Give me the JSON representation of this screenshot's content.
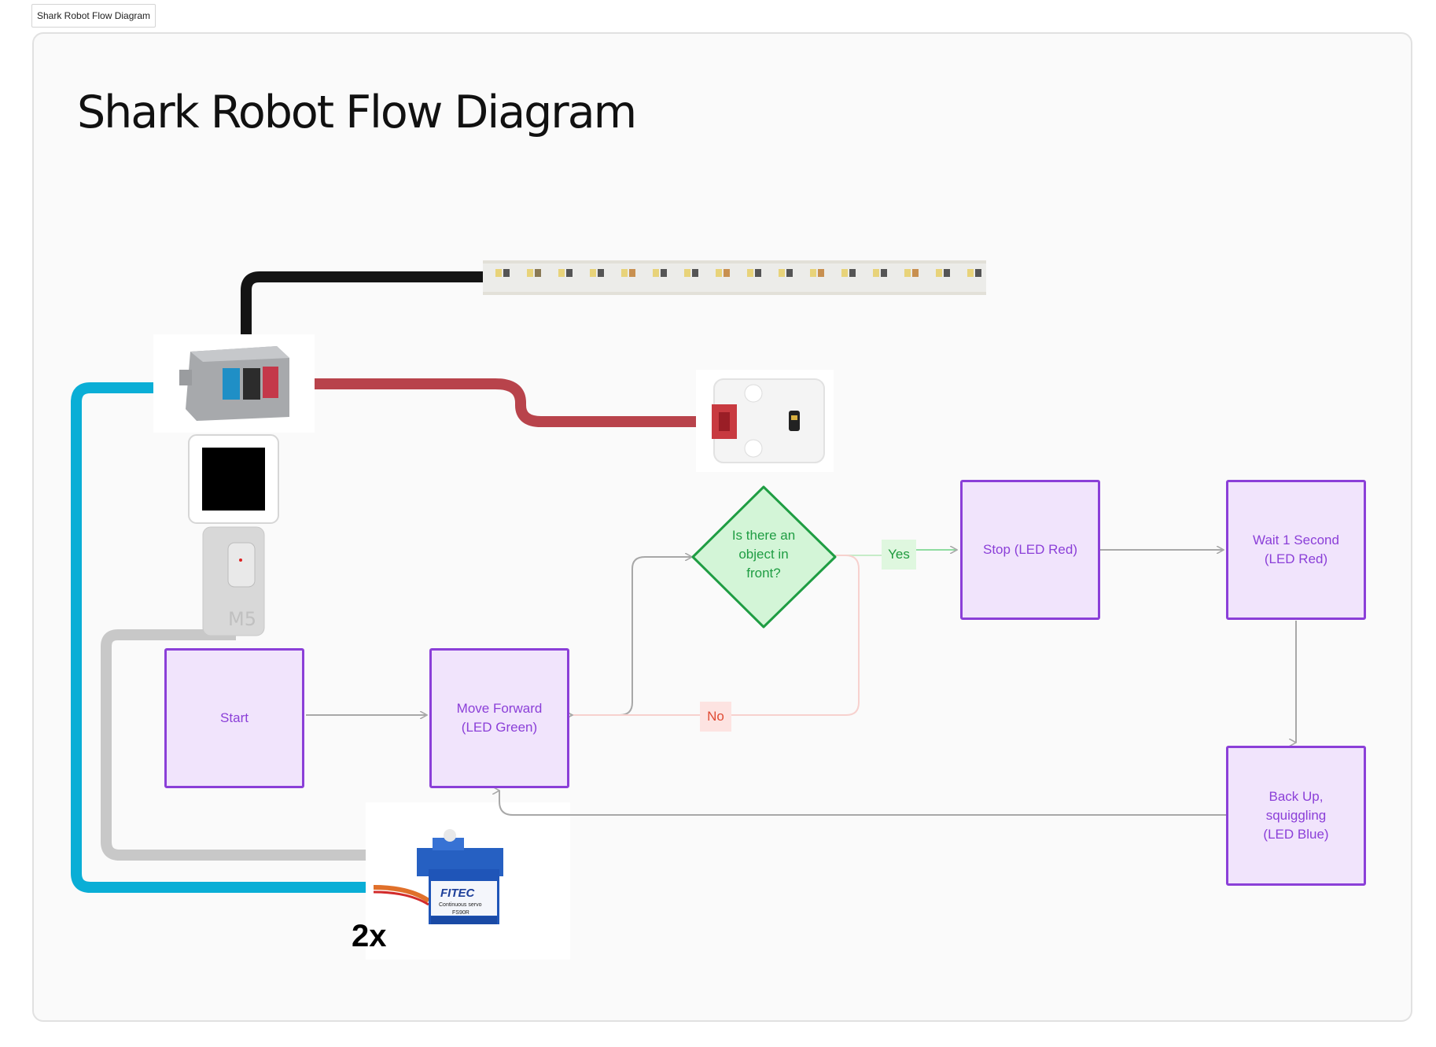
{
  "tab": {
    "label": "Shark Robot Flow Diagram"
  },
  "title": "Shark Robot Flow Diagram",
  "nodes": {
    "start": "Start",
    "move_forward": "Move Forward\n(LED Green)",
    "decision": "Is there an\nobject in\nfront?",
    "stop": "Stop (LED Red)",
    "wait": "Wait 1 Second\n(LED Red)",
    "back_up": "Back Up,\nsquiggling\n(LED Blue)"
  },
  "edges": {
    "yes": "Yes",
    "no": "No"
  },
  "servo": {
    "brand": "FITEC",
    "model_line1": "Continuous servo",
    "model_line2": "FS90R",
    "count": "2x"
  },
  "controller": {
    "logo": "M5"
  },
  "colors": {
    "node_border": "#8b3fd8",
    "node_fill": "#f1e4fc",
    "decision_border": "#1f9d43",
    "decision_fill": "#d3f5d7",
    "wire_black": "#141414",
    "wire_red": "#b8434b",
    "wire_blue": "#0aaed6",
    "wire_gray": "#c8c8c8"
  },
  "icons": [
    "led-strip-icon",
    "hub-unit-icon",
    "sensor-unit-icon",
    "m5-controller-icon",
    "servo-motor-icon"
  ]
}
